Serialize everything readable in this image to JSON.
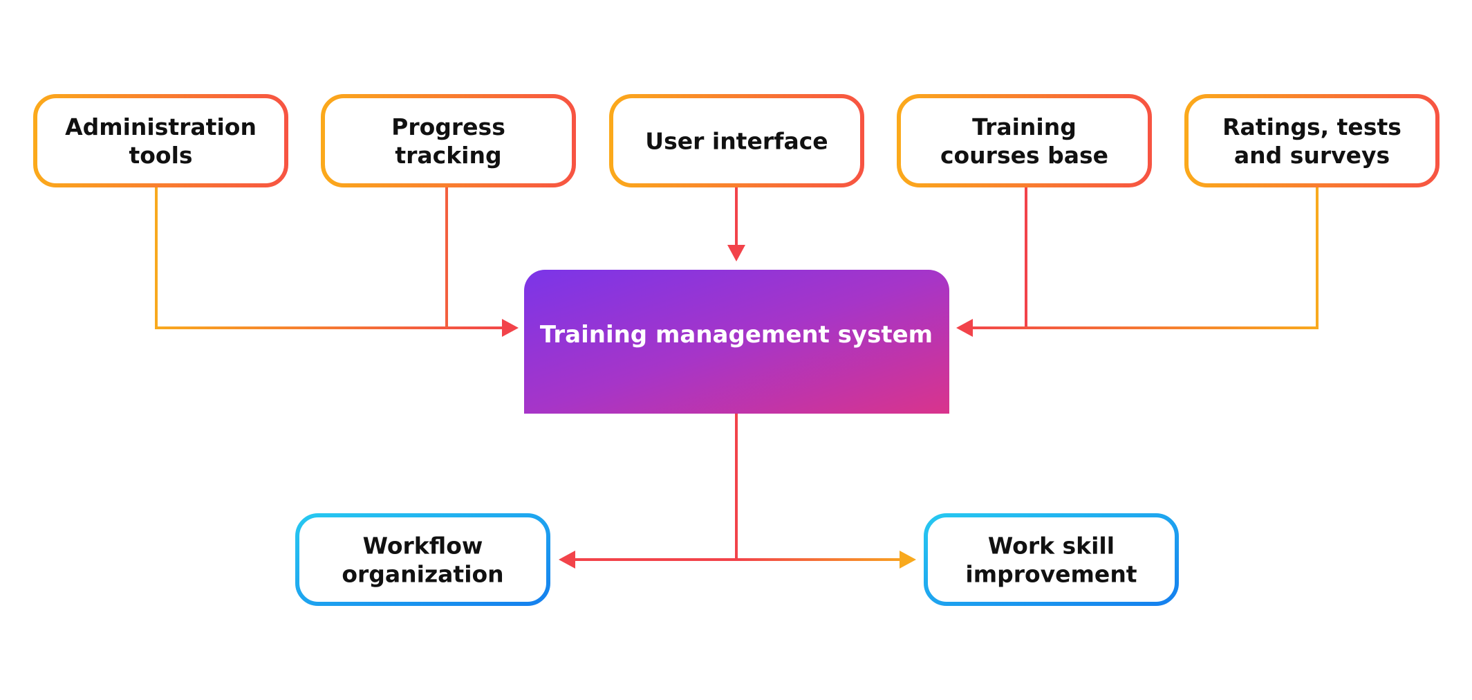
{
  "diagram": {
    "center": {
      "label": "Training management system"
    },
    "inputs": [
      {
        "lines": [
          "Administration",
          "tools"
        ]
      },
      {
        "lines": [
          "Progress",
          "tracking"
        ]
      },
      {
        "lines": [
          "User interface"
        ]
      },
      {
        "lines": [
          "Training",
          "courses base"
        ]
      },
      {
        "lines": [
          "Ratings, tests",
          "and surveys"
        ]
      }
    ],
    "outputs": [
      {
        "lines": [
          "Workflow",
          "organization"
        ]
      },
      {
        "lines": [
          "Work skill",
          "improvement"
        ]
      }
    ],
    "colors": {
      "input_border_start": "#FBA91B",
      "input_border_end": "#F75442",
      "output_border_start": "#27C8F0",
      "output_border_end": "#1580EE",
      "center_fill_start": "#7B35E8",
      "center_fill_end": "#D9348C",
      "connector_red": "#F2434A",
      "connector_orange": "#F8A91E",
      "label_text": "#111111",
      "center_text": "#ffffff"
    }
  }
}
